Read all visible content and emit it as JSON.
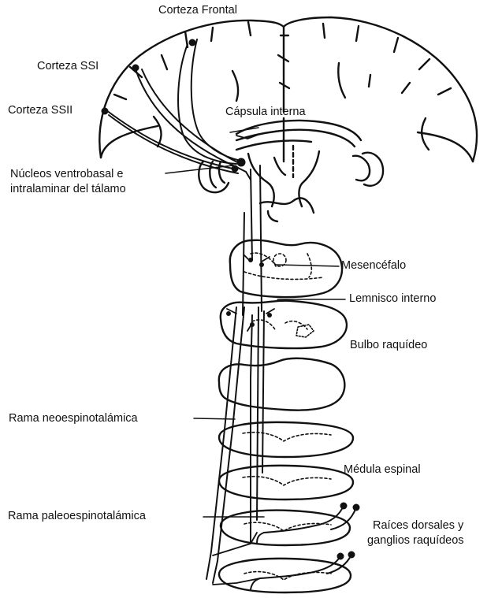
{
  "labels": {
    "frontal_cortex": "Corteza Frontal",
    "ssi_cortex": "Corteza SSI",
    "ssii_cortex": "Corteza SSII",
    "internal_capsule": "Cápsula interna",
    "thalamic_nuclei_line1": "Núcleos ventrobasal e",
    "thalamic_nuclei_line2": "intralaminar del tálamo",
    "midbrain": "Mesencéfalo",
    "medial_lemniscus": "Lemnisco interno",
    "medulla_oblongata": "Bulbo raquídeo",
    "neospinothalamic_branch": "Rama neoespinotalámica",
    "spinal_cord": "Médula espinal",
    "paleospinothalamic_branch": "Rama paleoespinotalámica",
    "dorsal_roots_line1": "Raíces dorsales y",
    "dorsal_roots_line2": "ganglios raquídeos"
  },
  "colors": {
    "ink": "#111111",
    "paper": "#ffffff"
  }
}
